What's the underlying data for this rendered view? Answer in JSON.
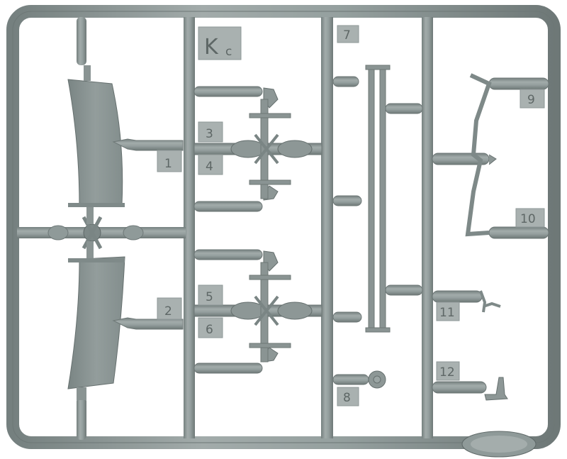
{
  "sprue": {
    "letter": "K",
    "letter_sub": "c",
    "part_numbers": [
      "1",
      "2",
      "3",
      "4",
      "5",
      "6",
      "7",
      "8",
      "9",
      "10",
      "11",
      "12"
    ],
    "colors": {
      "plastic": "#8d9796",
      "plastic_dark": "#6f7978",
      "plastic_light": "#b3bcbb",
      "label_tab": "#a9b1b0",
      "label_text": "#5e6766",
      "background": "#ffffff"
    }
  }
}
